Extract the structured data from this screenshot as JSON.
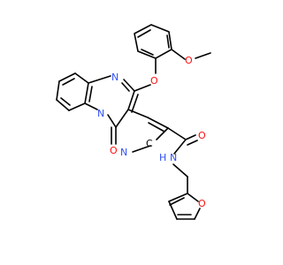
{
  "molecule": {
    "labels": {
      "o_methoxy": "O",
      "o_ether": "O",
      "o_carbonyl_ring": "O",
      "o_amide": "O",
      "o_furan": "O",
      "n_pyrimidine": "N",
      "n_bridge": "N",
      "n_amide_h": "H",
      "n_amide": "N",
      "nitrile_n": "N",
      "nitrile_c": "C"
    },
    "colors": {
      "carbon_bonds": "#000000",
      "oxygen": "#ff0d0d",
      "nitrogen": "#3050f8"
    }
  }
}
